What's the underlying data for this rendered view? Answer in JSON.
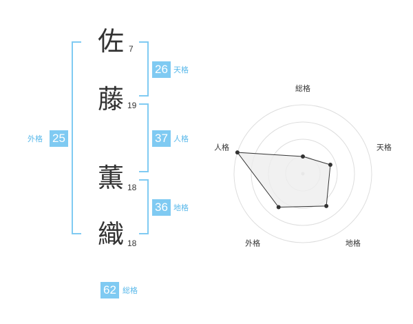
{
  "name": {
    "chars": [
      {
        "char": "佐",
        "strokes": "7"
      },
      {
        "char": "藤",
        "strokes": "19"
      },
      {
        "char": "薫",
        "strokes": "18"
      },
      {
        "char": "織",
        "strokes": "18"
      }
    ]
  },
  "kaku": {
    "tenkaku": {
      "value": "26",
      "label": "天格"
    },
    "jinkaku": {
      "value": "37",
      "label": "人格"
    },
    "chikaku": {
      "value": "36",
      "label": "地格"
    },
    "gaikaku": {
      "value": "25",
      "label": "外格"
    },
    "soukaku": {
      "value": "62",
      "label": "総格"
    }
  },
  "chart_data": {
    "type": "radar",
    "axes": [
      "総格",
      "天格",
      "地格",
      "外格",
      "人格"
    ],
    "values": [
      0.25,
      0.42,
      0.58,
      0.6,
      1.0
    ],
    "rings": 4,
    "colors": {
      "fill": "#eeeeee",
      "stroke": "#333333",
      "grid": "#dddddd"
    }
  }
}
